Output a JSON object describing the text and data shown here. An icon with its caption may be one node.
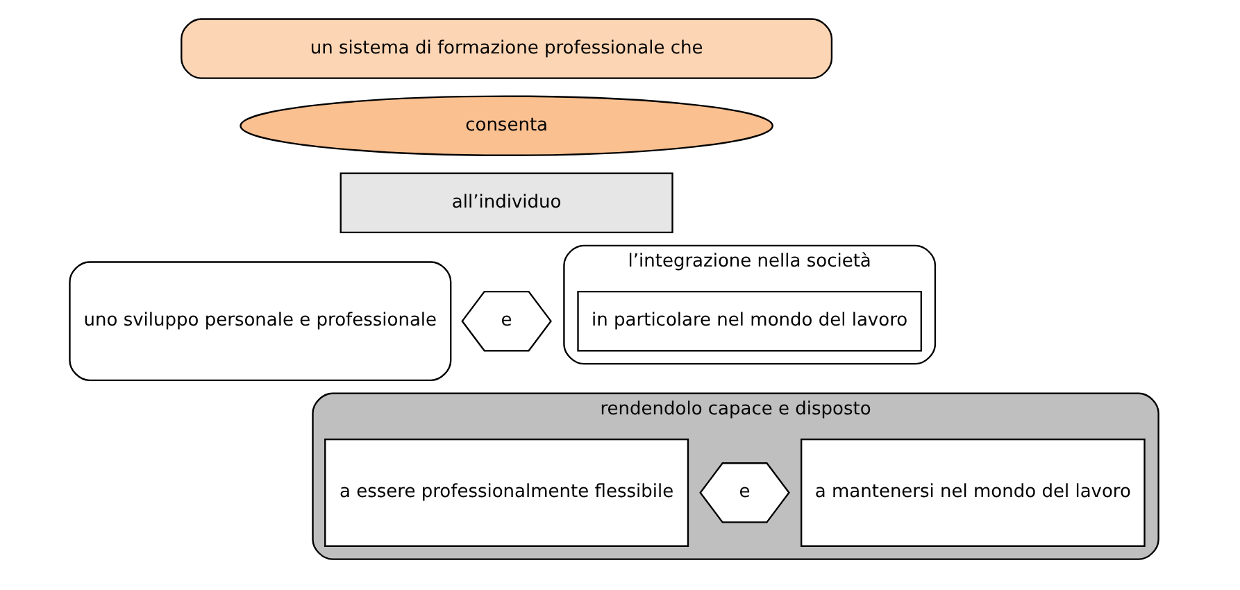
{
  "diagram": {
    "nodes": [
      {
        "text": [
          "un sistema di formazione professionale che"
        ]
      },
      {
        "text": [
          "consenta"
        ]
      },
      {
        "text": [
          "all’individuo"
        ]
      },
      {
        "text": [
          "uno sviluppo personale e professionale"
        ]
      },
      {
        "text": [
          "e"
        ]
      },
      {
        "text": [
          "l’integrazione nella società"
        ]
      },
      {
        "text": [
          "in particolare nel mondo del lavoro"
        ],
        "in": 5
      },
      {
        "text": [
          "rendendolo capace e disposto"
        ]
      },
      {
        "text": [
          "a essere professionalmente flessibile"
        ],
        "in": 7
      },
      {
        "text": [
          "e"
        ],
        "in": 7
      },
      {
        "text": [
          "a mantenersi nel mondo del lavoro"
        ],
        "in": 7
      }
    ],
    "edges": []
  }
}
